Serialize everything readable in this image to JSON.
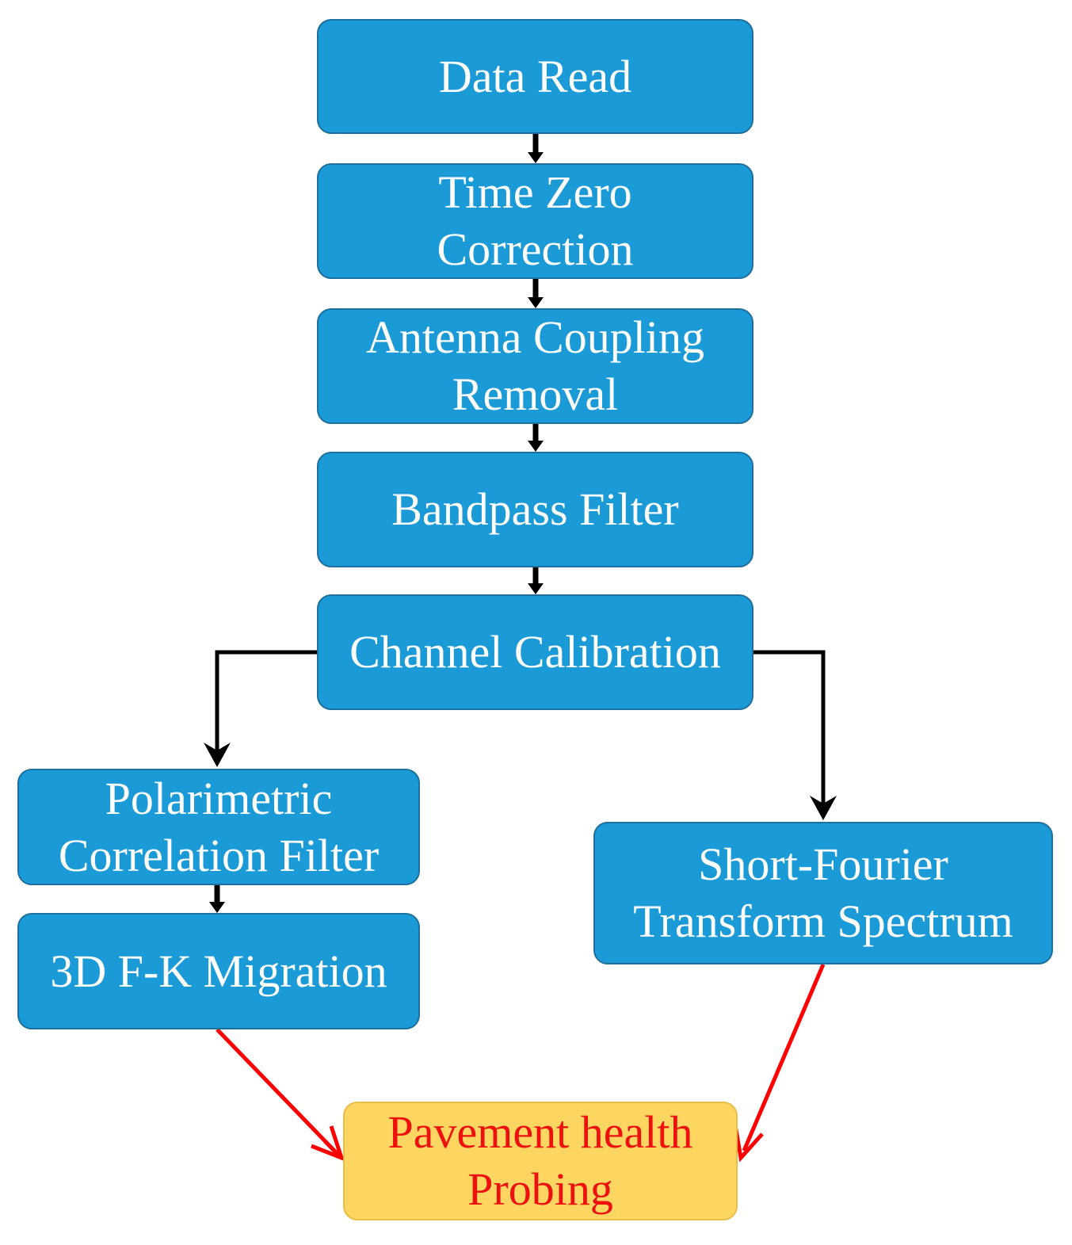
{
  "diagram": {
    "nodes": {
      "data_read": "Data  Read",
      "time_zero": "Time Zero\nCorrection",
      "antenna": "Antenna Coupling\nRemoval",
      "bandpass": "Bandpass Filter",
      "channel": "Channel Calibration",
      "polarimetric": "Polarimetric\nCorrelation Filter",
      "migration": "3D F-K Migration",
      "stft": "Short-Fourier\nTransform Spectrum",
      "pavement": "Pavement health\nProbing"
    },
    "edges": [
      {
        "from": "data_read",
        "to": "time_zero",
        "color": "#000000"
      },
      {
        "from": "time_zero",
        "to": "antenna",
        "color": "#000000"
      },
      {
        "from": "antenna",
        "to": "bandpass",
        "color": "#000000"
      },
      {
        "from": "bandpass",
        "to": "channel",
        "color": "#000000"
      },
      {
        "from": "channel",
        "to": "polarimetric",
        "color": "#000000"
      },
      {
        "from": "channel",
        "to": "stft",
        "color": "#000000"
      },
      {
        "from": "polarimetric",
        "to": "migration",
        "color": "#000000"
      },
      {
        "from": "migration",
        "to": "pavement",
        "color": "#ff0000"
      },
      {
        "from": "stft",
        "to": "pavement",
        "color": "#ff0000"
      }
    ],
    "colors": {
      "process_fill": "#1a9ad6",
      "process_text": "#ffffff",
      "result_fill": "#fdd661",
      "result_text": "#ee0f0f",
      "flow_arrow": "#000000",
      "result_arrow": "#ff0000"
    }
  }
}
